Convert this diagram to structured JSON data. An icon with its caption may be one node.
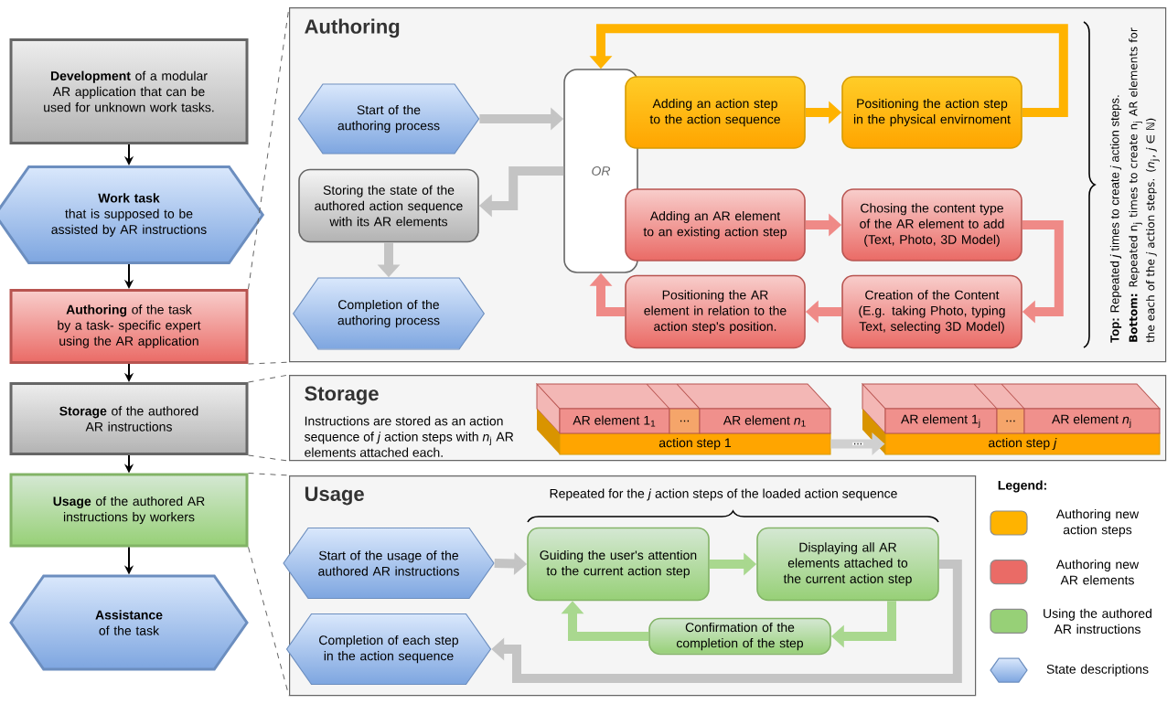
{
  "diagram": {
    "nodes": [
      {
        "text": [
          "**Development** of a modular AR application that can be used for unknown work tasks."
        ]
      },
      {
        "text": [
          "Work task",
          "that is supposed to be assisted by AR instructions"
        ]
      },
      {
        "text": [
          "**Authoring** of the task by a task- specific expert using the AR application"
        ]
      },
      {
        "text": [
          "**Storage** of the authored AR instructions"
        ]
      },
      {
        "text": [
          "**Usage** of the authored AR instructions by workers"
        ]
      },
      {
        "text": [
          "**Assistance** of the task"
        ]
      },
      {
        "text": [
          "Authoring"
        ]
      },
      {
        "text": [
          "Start of the authoring process"
        ],
        "in": 6
      },
      {
        "text": [
          "Storing the state of the authored action sequence with its AR elements"
        ],
        "in": 6
      },
      {
        "text": [
          "Completion of the authoring process"
        ],
        "in": 6
      },
      {
        "text": [
          "OR"
        ],
        "in": 6
      },
      {
        "text": [
          "Adding an action step to the action sequence"
        ],
        "in": 6
      },
      {
        "text": [
          "Positioning the action step in the physical envirnoment"
        ],
        "in": 6
      },
      {
        "text": [
          "Adding an AR element to an existing action step"
        ],
        "in": 6
      },
      {
        "text": [
          "Chosing the content type of the AR element to add (Text, Photo, 3D Model)"
        ],
        "in": 6
      },
      {
        "text": [
          "Creation of the Content (E.g. taking Photo, typing Text, selecting 3D Model)"
        ],
        "in": 6
      },
      {
        "text": [
          "Positioning the AR element in relation to the action step's position."
        ],
        "in": 6
      },
      {
        "text": [
          "Storage",
          "Instructions are stored as an action sequence of *j* action steps with *n*$_{j}$ AR elements attached each."
        ]
      },
      {
        "text": [
          "action step 1"
        ],
        "in": 17
      },
      {
        "text": [
          "AR element 1$_{1}$"
        ],
        "in": 17
      },
      {
        "text": [
          "..."
        ],
        "in": 17
      },
      {
        "text": [
          "AR element *n*$_{1}$"
        ],
        "in": 17
      },
      {
        "text": [
          "action step *j*"
        ],
        "in": 17
      },
      {
        "text": [
          "AR element 1$_{j}$"
        ],
        "in": 17
      },
      {
        "text": [
          "..."
        ],
        "in": 17
      },
      {
        "text": [
          "AR element *n*$_{j}$"
        ],
        "in": 17
      },
      {
        "text": [
          "Usage"
        ]
      },
      {
        "text": [
          "Start of the usage of the authored AR instructions"
        ],
        "in": 26
      },
      {
        "text": [
          "Completion of each step in the action sequence"
        ],
        "in": 26
      },
      {
        "text": [
          "Guiding the user's attention to the current action step"
        ],
        "in": 26
      },
      {
        "text": [
          "Displaying all AR elements attached to the current action step"
        ],
        "in": 26
      },
      {
        "text": [
          "Confirmation of the completion of the step"
        ],
        "in": 26
      }
    ],
    "edges": [
      {
        "from": 0,
        "to": 1,
        "arrow": "to",
        "color": "#000000"
      },
      {
        "from": 1,
        "to": 2,
        "arrow": "to",
        "color": "#000000"
      },
      {
        "from": 2,
        "to": 3,
        "arrow": "to",
        "color": "#000000"
      },
      {
        "from": 3,
        "to": 4,
        "arrow": "to",
        "color": "#000000"
      },
      {
        "from": 4,
        "to": 5,
        "arrow": "to",
        "color": "#000000"
      },
      {
        "from": 2,
        "to": 6,
        "arrow": "none",
        "style": "dashed",
        "color": "#666666"
      },
      {
        "from": 2,
        "to": 6,
        "arrow": "none",
        "style": "dashed",
        "color": "#666666"
      },
      {
        "from": 3,
        "to": 17,
        "arrow": "none",
        "style": "dashed",
        "color": "#666666"
      },
      {
        "from": 3,
        "to": 17,
        "arrow": "none",
        "style": "dashed",
        "color": "#666666"
      },
      {
        "from": 4,
        "to": 26,
        "arrow": "none",
        "style": "dashed",
        "color": "#666666"
      },
      {
        "from": 4,
        "to": 26,
        "arrow": "none",
        "style": "dashed",
        "color": "#666666"
      },
      {
        "from": 7,
        "to": 10,
        "arrow": "to",
        "color": "#c4c4c4"
      },
      {
        "from": 10,
        "to": 8,
        "arrow": "to",
        "color": "#c4c4c4"
      },
      {
        "from": 8,
        "to": 9,
        "arrow": "to",
        "color": "#c4c4c4"
      },
      {
        "from": 11,
        "to": 12,
        "arrow": "to",
        "color": "#ffb300"
      },
      {
        "from": 12,
        "to": 10,
        "arrow": "to",
        "color": "#ffb300"
      },
      {
        "from": 13,
        "to": 14,
        "arrow": "to",
        "color": "#ef8a87"
      },
      {
        "from": 14,
        "to": 15,
        "arrow": "to",
        "color": "#ef8a87"
      },
      {
        "from": 15,
        "to": 16,
        "arrow": "to",
        "color": "#ef8a87"
      },
      {
        "from": 16,
        "to": 10,
        "arrow": "to",
        "color": "#ef8a87"
      },
      {
        "from": 18,
        "to": 22,
        "arrow": "to",
        "color": "#d0d0d0",
        "label": "..."
      },
      {
        "from": 27,
        "to": 29,
        "arrow": "to",
        "color": "#c4c4c4"
      },
      {
        "from": 29,
        "to": 30,
        "arrow": "to",
        "color": "#a9d88f"
      },
      {
        "from": 30,
        "to": 31,
        "arrow": "to",
        "color": "#a9d88f"
      },
      {
        "from": 31,
        "to": 29,
        "arrow": "to",
        "color": "#a9d88f"
      },
      {
        "from": 30,
        "to": 28,
        "arrow": "to",
        "color": "#c4c4c4"
      }
    ],
    "labels": [
      "Repeated for the *j* action steps of the loaded action sequence",
      "**Top:** Repeated *j* times to create *j* action steps.",
      "**Bottom:** Repeated n$_{j}$ times to create n$_{j}$ AR elements for the each of the *j* action steps. (*n*$_{j}$, *j* ∈ ℕ)",
      "Legend:"
    ],
    "legend": [
      {
        "text": "Authoring new action steps",
        "color": "#ffb300"
      },
      {
        "text": "Authoring new AR elements",
        "color": "#ea6b66"
      },
      {
        "text": "Using the authored AR instructions",
        "color": "#97d077"
      },
      {
        "text": "State descriptions"
      }
    ]
  }
}
